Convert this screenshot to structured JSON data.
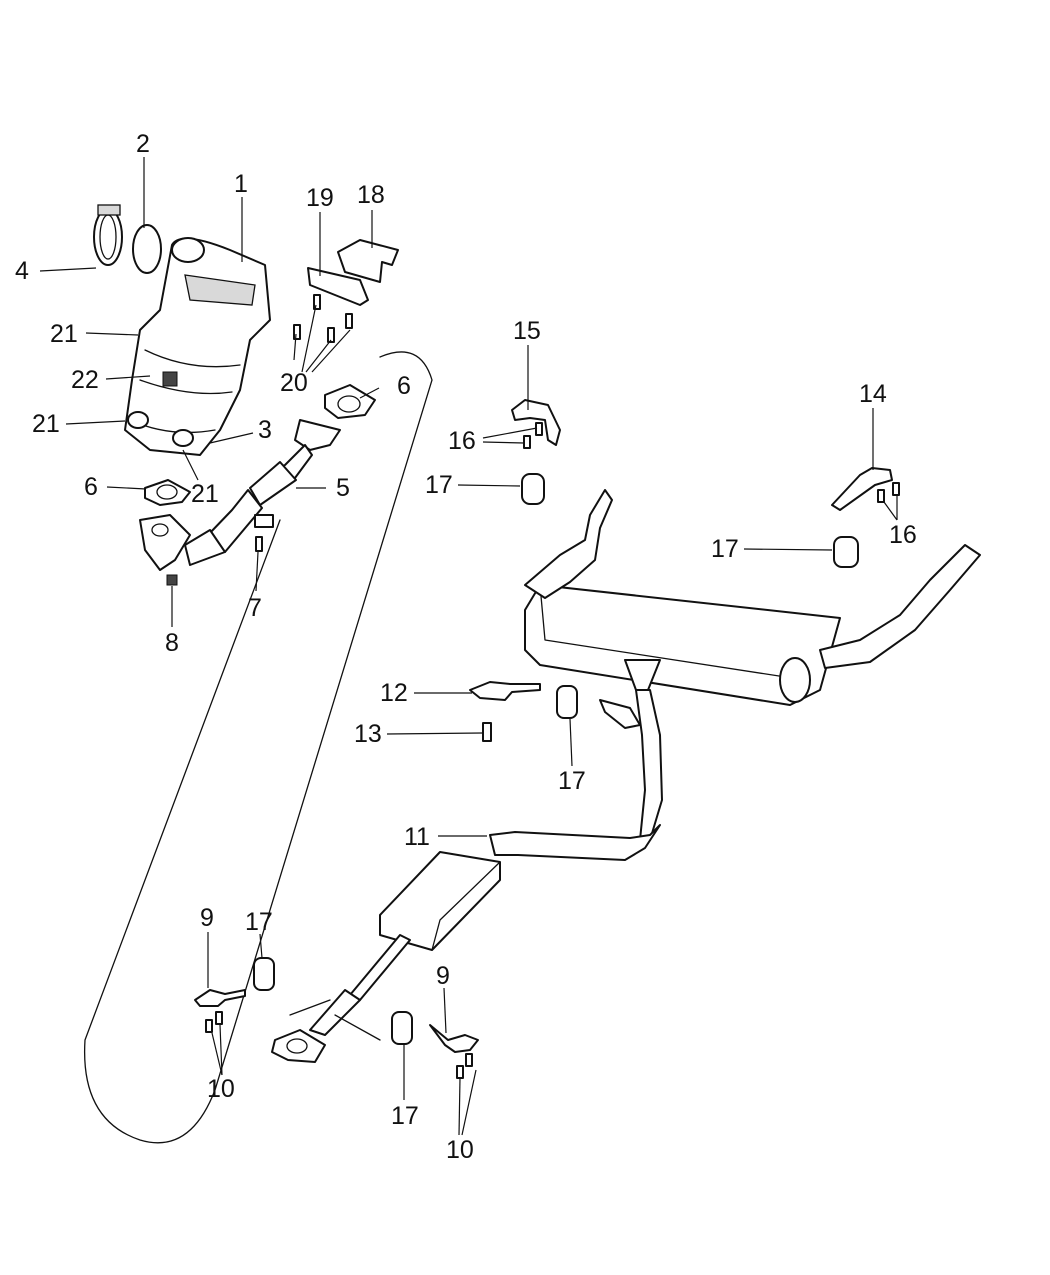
{
  "callouts": [
    {
      "id": "c1",
      "text": "1"
    },
    {
      "id": "c2",
      "text": "2"
    },
    {
      "id": "c4",
      "text": "4"
    },
    {
      "id": "c19",
      "text": "19"
    },
    {
      "id": "c18",
      "text": "18"
    },
    {
      "id": "c21a",
      "text": "21"
    },
    {
      "id": "c20",
      "text": "20"
    },
    {
      "id": "c22",
      "text": "22"
    },
    {
      "id": "c6a",
      "text": "6"
    },
    {
      "id": "c21b",
      "text": "21"
    },
    {
      "id": "c3",
      "text": "3"
    },
    {
      "id": "c6b",
      "text": "6"
    },
    {
      "id": "c21c",
      "text": "21"
    },
    {
      "id": "c5",
      "text": "5"
    },
    {
      "id": "c7",
      "text": "7"
    },
    {
      "id": "c8",
      "text": "8"
    },
    {
      "id": "c15",
      "text": "15"
    },
    {
      "id": "c16a",
      "text": "16"
    },
    {
      "id": "c17a",
      "text": "17"
    },
    {
      "id": "c14",
      "text": "14"
    },
    {
      "id": "c16b",
      "text": "16"
    },
    {
      "id": "c17b",
      "text": "17"
    },
    {
      "id": "c12",
      "text": "12"
    },
    {
      "id": "c13",
      "text": "13"
    },
    {
      "id": "c17c",
      "text": "17"
    },
    {
      "id": "c11",
      "text": "11"
    },
    {
      "id": "c9a",
      "text": "9"
    },
    {
      "id": "c17d",
      "text": "17"
    },
    {
      "id": "c10a",
      "text": "10"
    },
    {
      "id": "c9b",
      "text": "9"
    },
    {
      "id": "c17e",
      "text": "17"
    },
    {
      "id": "c10b",
      "text": "10"
    }
  ]
}
